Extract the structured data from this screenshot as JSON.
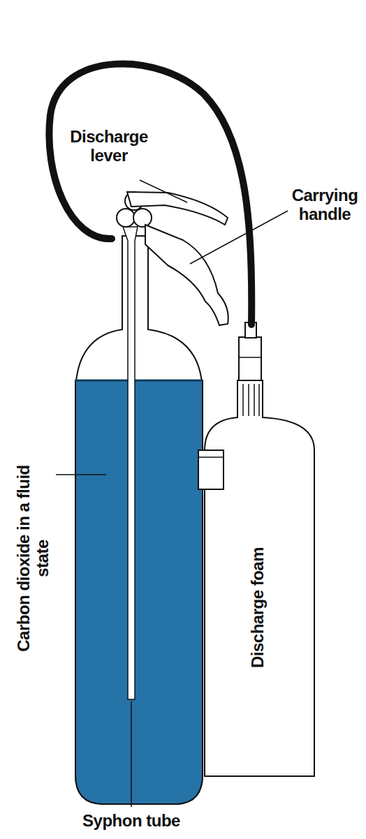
{
  "diagram": {
    "labels": [
      "Discharge lever",
      "Carrying handle",
      "Carbon dioxide in a fluid state",
      "Discharge foam",
      "Syphon tube"
    ]
  }
}
